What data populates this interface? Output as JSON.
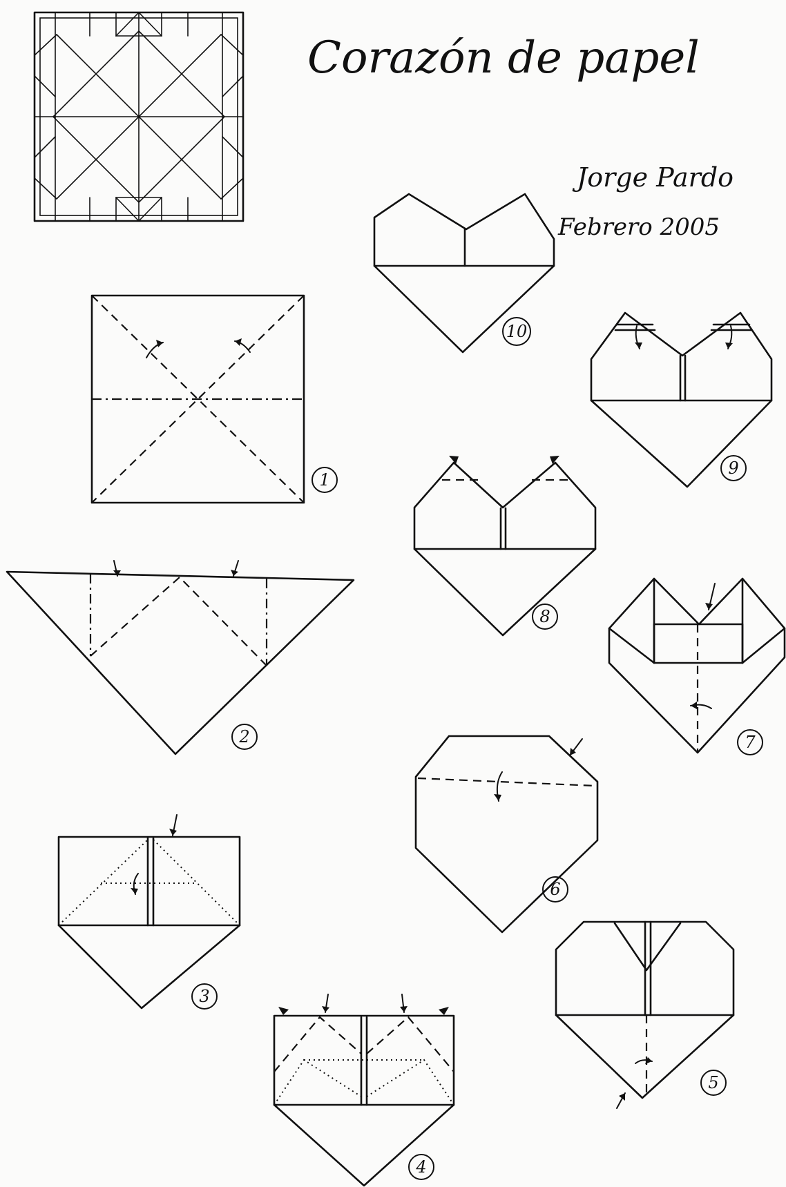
{
  "title": "Corazón de papel",
  "author": "Jorge Pardo",
  "date": "Febrero 2005",
  "steps": [
    {
      "number": "1"
    },
    {
      "number": "2"
    },
    {
      "number": "3"
    },
    {
      "number": "4"
    },
    {
      "number": "5"
    },
    {
      "number": "6"
    },
    {
      "number": "7"
    },
    {
      "number": "8"
    },
    {
      "number": "9"
    },
    {
      "number": "10"
    }
  ]
}
